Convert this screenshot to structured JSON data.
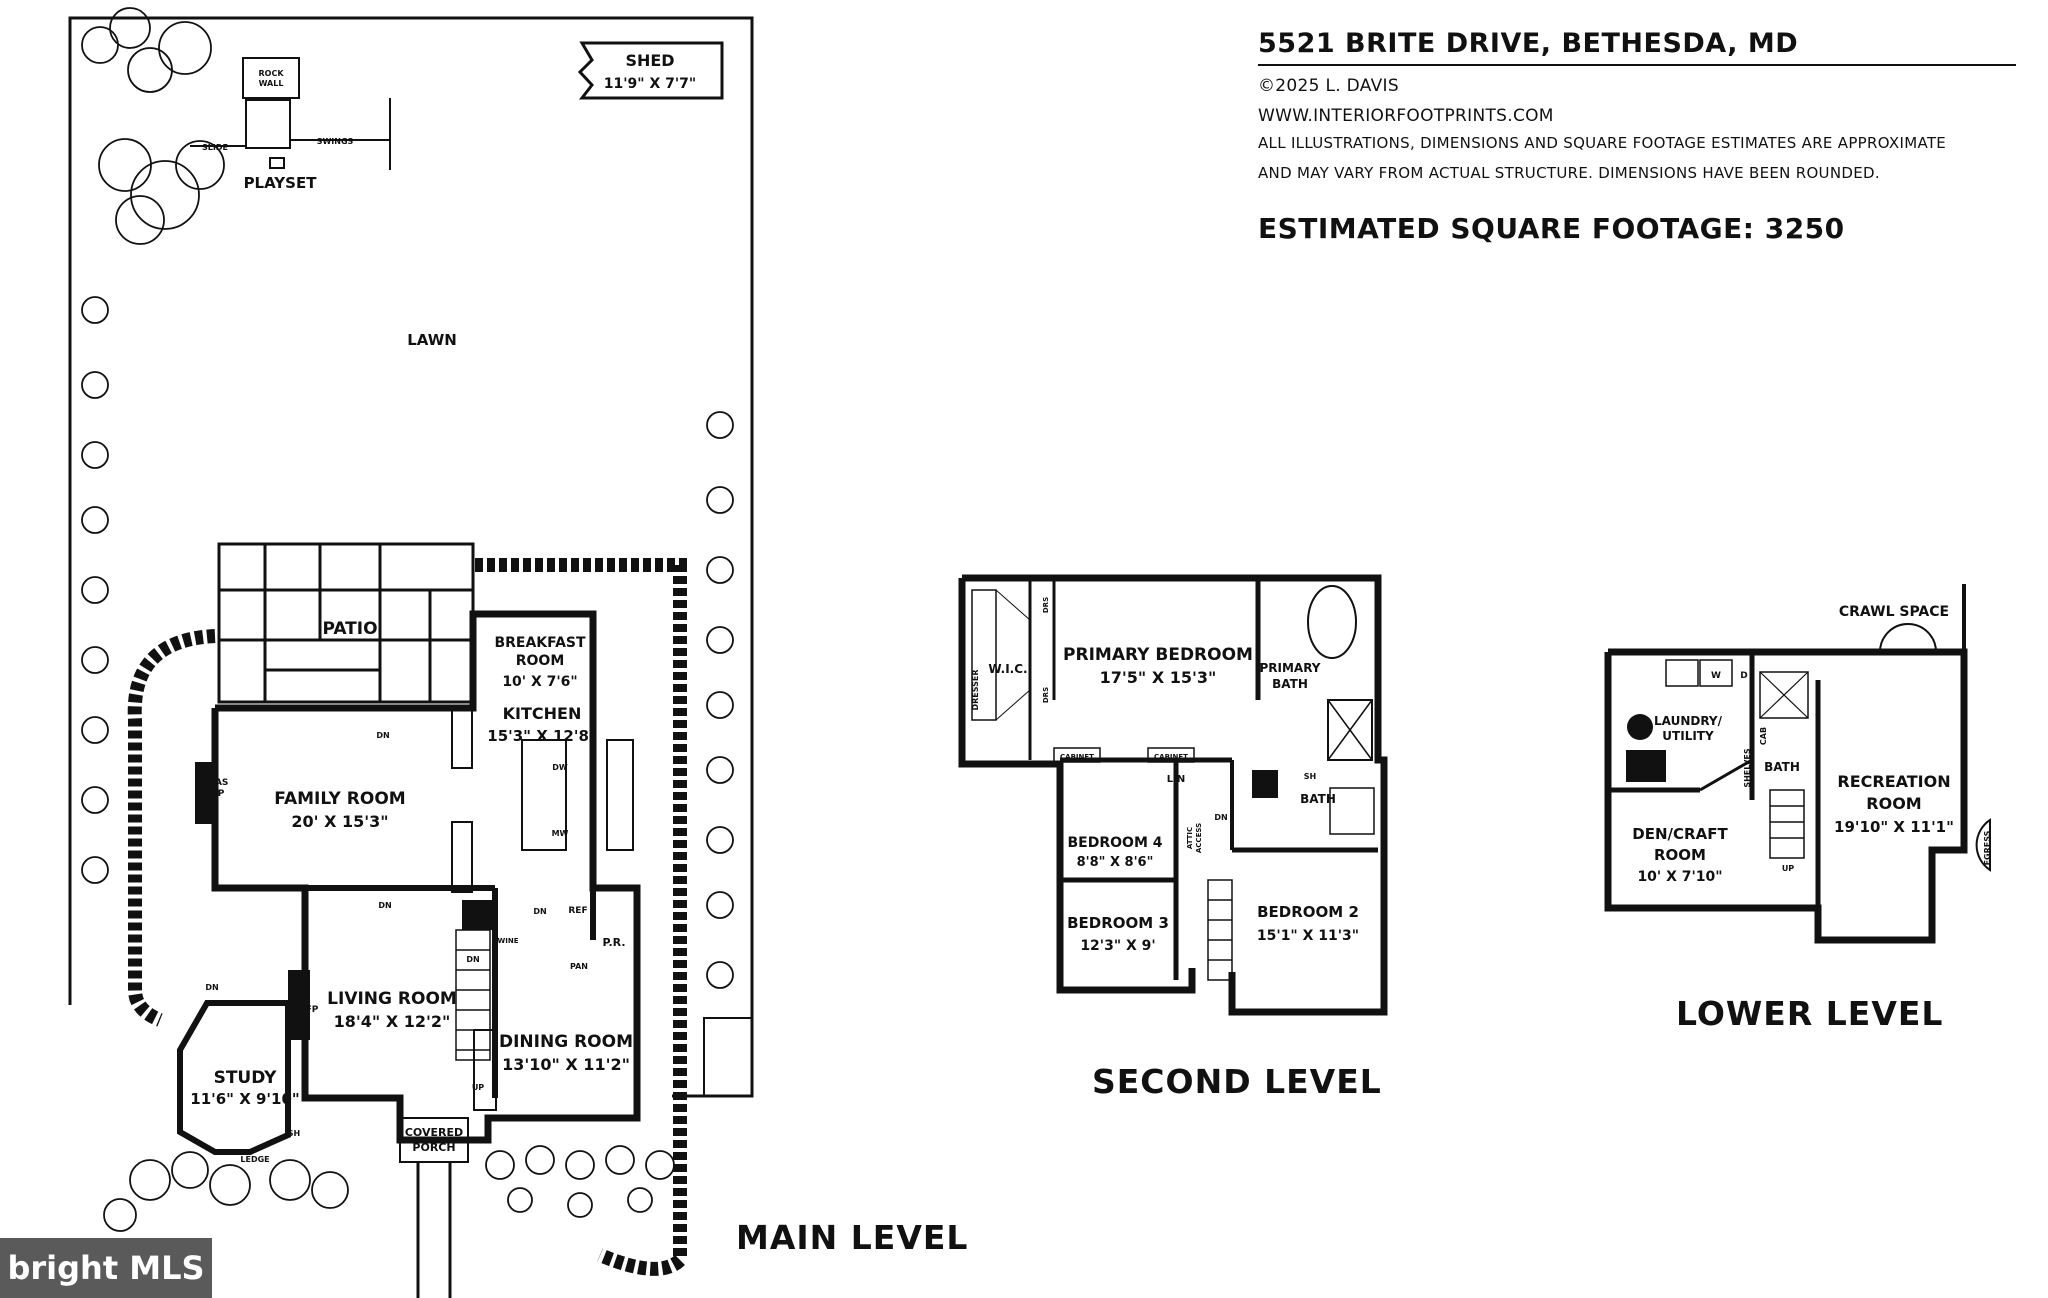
{
  "header": {
    "address": "5521 BRITE DRIVE, BETHESDA, MD",
    "copyright": "©2025 L. DAVIS",
    "website": "WWW.INTERIORFOOTPRINTS.COM",
    "disclaimer_1": "ALL ILLUSTRATIONS, DIMENSIONS AND SQUARE FOOTAGE ESTIMATES ARE APPROXIMATE",
    "disclaimer_2": "AND MAY VARY FROM ACTUAL STRUCTURE. DIMENSIONS HAVE BEEN ROUNDED.",
    "square_footage": "ESTIMATED SQUARE FOOTAGE: 3250"
  },
  "levels": {
    "main": "MAIN LEVEL",
    "second": "SECOND LEVEL",
    "lower": "LOWER LEVEL"
  },
  "yard": {
    "shed": "SHED",
    "shed_dim": "11'9\" X 7'7\"",
    "rock_wall_1": "ROCK",
    "rock_wall_2": "WALL",
    "slide": "SLIDE",
    "swings": "SWINGS",
    "playset": "PLAYSET",
    "lawn": "LAWN",
    "patio": "PATIO"
  },
  "main_level": {
    "breakfast_1": "BREAKFAST",
    "breakfast_2": "ROOM",
    "breakfast_dim": "10' X 7'6\"",
    "kitchen": "KITCHEN",
    "kitchen_dim": "15'3\" X 12'8\"",
    "family_room": "FAMILY ROOM",
    "family_dim": "20' X 15'3\"",
    "gas_1": "GAS",
    "gas_2": "FP",
    "living_room": "LIVING ROOM",
    "living_dim": "18'4\" X 12'2\"",
    "dining_room": "DINING ROOM",
    "dining_dim": "13'10\" X 11'2\"",
    "study": "STUDY",
    "study_dim": "11'6\" X 9'10\"",
    "fp": "FP",
    "dn": "DN",
    "up": "UP",
    "wine": "WINE",
    "ref": "REF",
    "pr": "P.R.",
    "pan": "PAN",
    "dw": "DW",
    "mw": "MW",
    "sh": "SH",
    "ledge": "LEDGE",
    "covered_1": "COVERED",
    "covered_2": "PORCH"
  },
  "second_level": {
    "wic": "W.I.C.",
    "dresser": "DRESSER",
    "drs": "DRS",
    "primary_bedroom": "PRIMARY BEDROOM",
    "primary_dim": "17'5\" X 15'3\"",
    "primary_bath_1": "PRIMARY",
    "primary_bath_2": "BATH",
    "cabinet": "CABINET",
    "lin": "LIN",
    "attic_1": "ATTIC",
    "attic_2": "ACCESS",
    "dn": "DN",
    "sh": "SH",
    "bath": "BATH",
    "bedroom4": "BEDROOM 4",
    "bedroom4_dim": "8'8\" X 8'6\"",
    "bedroom3": "BEDROOM 3",
    "bedroom3_dim": "12'3\" X 9'",
    "bedroom2": "BEDROOM 2",
    "bedroom2_dim": "15'1\" X 11'3\""
  },
  "lower_level": {
    "crawl_space": "CRAWL SPACE",
    "w": "W",
    "d": "D",
    "laundry_1": "LAUNDRY/",
    "laundry_2": "UTILITY",
    "cab": "CAB",
    "shelves": "SHELVES",
    "bath": "BATH",
    "recreation_1": "RECREATION",
    "recreation_2": "ROOM",
    "recreation_dim": "19'10\" X 11'1\"",
    "den_1": "DEN/CRAFT",
    "den_2": "ROOM",
    "den_dim": "10' X 7'10\"",
    "up": "UP",
    "egress": "EGRESS"
  },
  "logo": {
    "text": "bright MLS"
  }
}
